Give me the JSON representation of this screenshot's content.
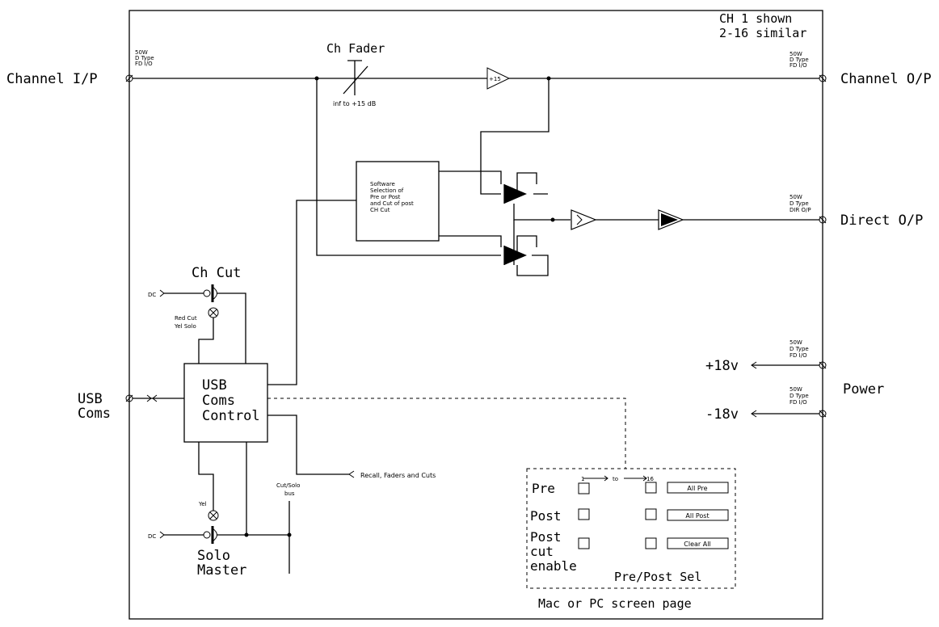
{
  "header": {
    "shown": "CH 1 shown",
    "similar": "2-16 similar"
  },
  "inputs": {
    "channel_ip": "Channel I/P",
    "usb_coms_1": "USB",
    "usb_coms_2": "Coms"
  },
  "outputs": {
    "channel_op": "Channel O/P",
    "direct_op": "Direct O/P",
    "power": "Power",
    "plus18": "+18v",
    "minus18": "-18v"
  },
  "connectors": {
    "l1": "50W",
    "l2": "D Type",
    "fd": "FD I/O",
    "dir": "DIR O/P"
  },
  "fader": {
    "title": "Ch Fader",
    "range": "inf to +15 dB",
    "amp": "+15"
  },
  "software_box": [
    "Software",
    "Selection of",
    "Pre or Post",
    "and Cut of post",
    "CH Cut"
  ],
  "ch_cut": {
    "title": "Ch Cut",
    "dc": "DC",
    "lamp1": "Red Cut",
    "lamp2": "Yel Solo"
  },
  "usb_control": [
    "USB",
    "Coms",
    "Control"
  ],
  "recall": "Recall, Faders and Cuts",
  "bus": {
    "l1": "Cut/Solo",
    "l2": "bus"
  },
  "solo": {
    "dc": "DC",
    "lamp": "Yel",
    "t1": "Solo",
    "t2": "Master"
  },
  "screen": {
    "rows": [
      "Pre",
      "Post",
      "Post",
      "cut",
      "enable"
    ],
    "range_from": "1",
    "range_to_word": "to",
    "range_to": "16",
    "buttons": [
      "All Pre",
      "All Post",
      "Clear All"
    ],
    "title": "Pre/Post Sel",
    "caption": "Mac or PC screen page"
  }
}
